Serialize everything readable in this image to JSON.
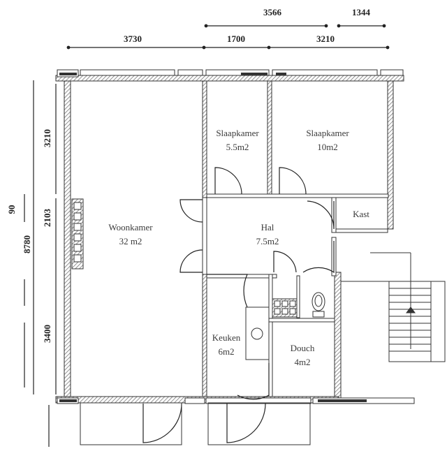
{
  "dimensions": {
    "top_row1": [
      "3566",
      "1344"
    ],
    "top_row2": [
      "3730",
      "1700",
      "3210"
    ],
    "left_outer": [
      "90",
      "8780"
    ],
    "left_inner": [
      "3210",
      "2103",
      "3400"
    ]
  },
  "rooms": [
    {
      "name": "Woonkamer",
      "area": "32 m2"
    },
    {
      "name": "Slaapkamer",
      "area": "5.5m2"
    },
    {
      "name": "Slaapkamer",
      "area": "10m2"
    },
    {
      "name": "Hal",
      "area": "7.5m2"
    },
    {
      "name": "Kast",
      "area": ""
    },
    {
      "name": "Keuken",
      "area": "6m2"
    },
    {
      "name": "Douch",
      "area": "4m2"
    }
  ],
  "colors": {
    "wall": "#555555",
    "line": "#222222",
    "hatch": "#9a9a9a"
  }
}
